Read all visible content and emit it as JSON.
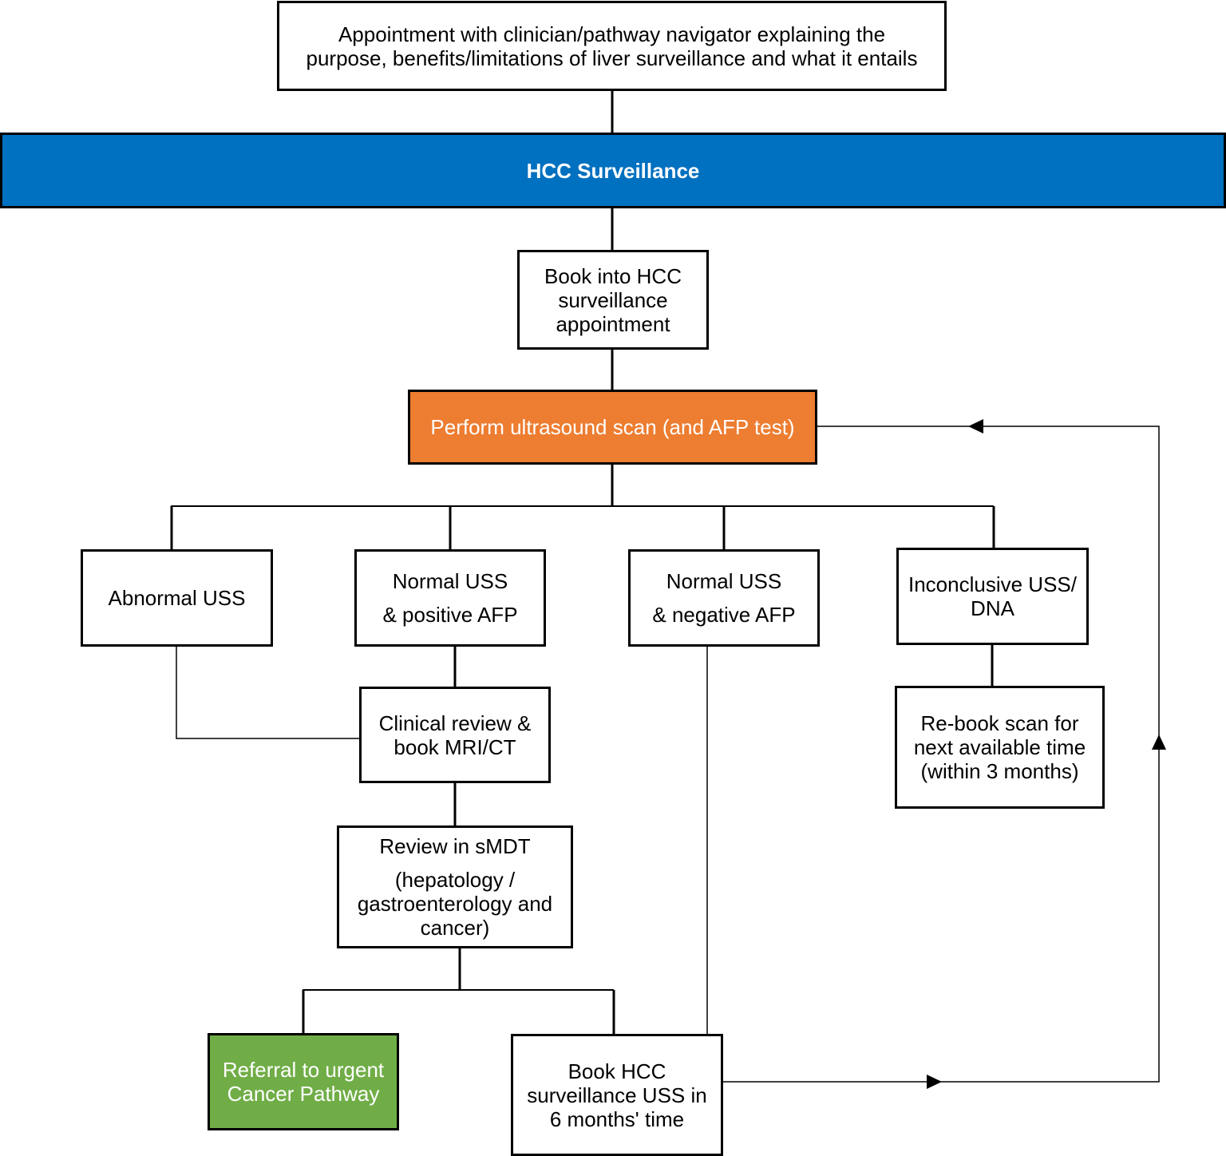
{
  "colors": {
    "surveillance_bar": "#0070C0",
    "ultrasound_step": "#ED7D31",
    "cancer_referral": "#70AD47",
    "line": "#000000",
    "box_text": "#000000",
    "filled_box_text": "#FFFFFF"
  },
  "nodes": {
    "appointment": {
      "line1": "Appointment with clinician/pathway navigator explaining the",
      "line2": "purpose, benefits/limitations of liver surveillance and what it entails"
    },
    "hcc_surveillance": {
      "label": "HCC Surveillance"
    },
    "book_appointment": {
      "line1": "Book into HCC",
      "line2": "surveillance",
      "line3": "appointment"
    },
    "ultrasound": {
      "label": "Perform ultrasound scan (and AFP test)"
    },
    "abnormal_uss": {
      "label": "Abnormal USS"
    },
    "normal_positive": {
      "line1": "Normal USS",
      "line2": "& positive AFP"
    },
    "normal_negative": {
      "line1": "Normal USS",
      "line2": "& negative AFP"
    },
    "inconclusive": {
      "line1": "Inconclusive USS/",
      "line2": "DNA"
    },
    "clinical_review": {
      "line1": "Clinical review &",
      "line2": "book MRI/CT"
    },
    "rebook": {
      "line1": "Re-book scan for",
      "line2": "next available time",
      "line3": "(within 3 months)"
    },
    "smdt": {
      "line1": "Review in sMDT",
      "line2": "(hepatology /",
      "line3": "gastroenterology and",
      "line4": "cancer)"
    },
    "referral": {
      "line1": "Referral to urgent",
      "line2": "Cancer Pathway"
    },
    "book_6_months": {
      "line1": "Book HCC",
      "line2": "surveillance USS in",
      "line3": "6 months' time"
    }
  }
}
